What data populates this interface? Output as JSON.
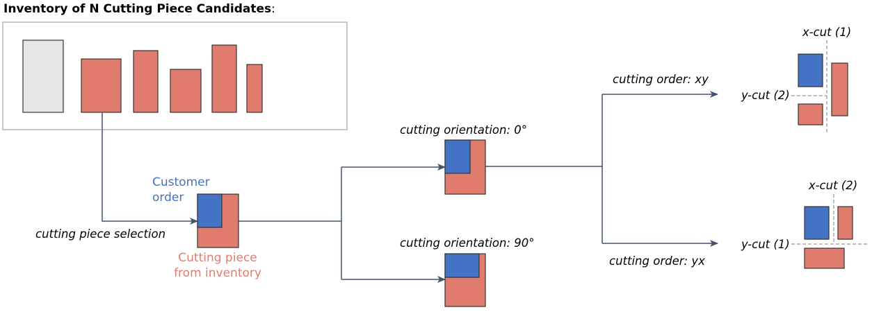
{
  "colors": {
    "customer_order": "#4472c4",
    "cutting_piece": "#e07b6e",
    "inventory_unused": "#e6e6e6",
    "connector": "#44546a",
    "cut_line": "#999999"
  },
  "inventory": {
    "title_bold": "Inventory of N Cutting Piece Candidates",
    "title_suffix": ":"
  },
  "selection": {
    "step_label": "cutting piece selection",
    "customer_order_line1": "Customer",
    "customer_order_line2": "order",
    "cutting_piece_line1": "Cutting piece",
    "cutting_piece_line2": "from inventory"
  },
  "orientations": [
    {
      "label": "cutting orientation: 0°"
    },
    {
      "label": "cutting orientation: 90°"
    }
  ],
  "cutting_orders": [
    {
      "label": "cutting order: xy",
      "x_cut": "x-cut (1)",
      "y_cut": "y-cut (2)"
    },
    {
      "label": "cutting order: yx",
      "x_cut": "x-cut (2)",
      "y_cut": "y-cut (1)"
    }
  ]
}
